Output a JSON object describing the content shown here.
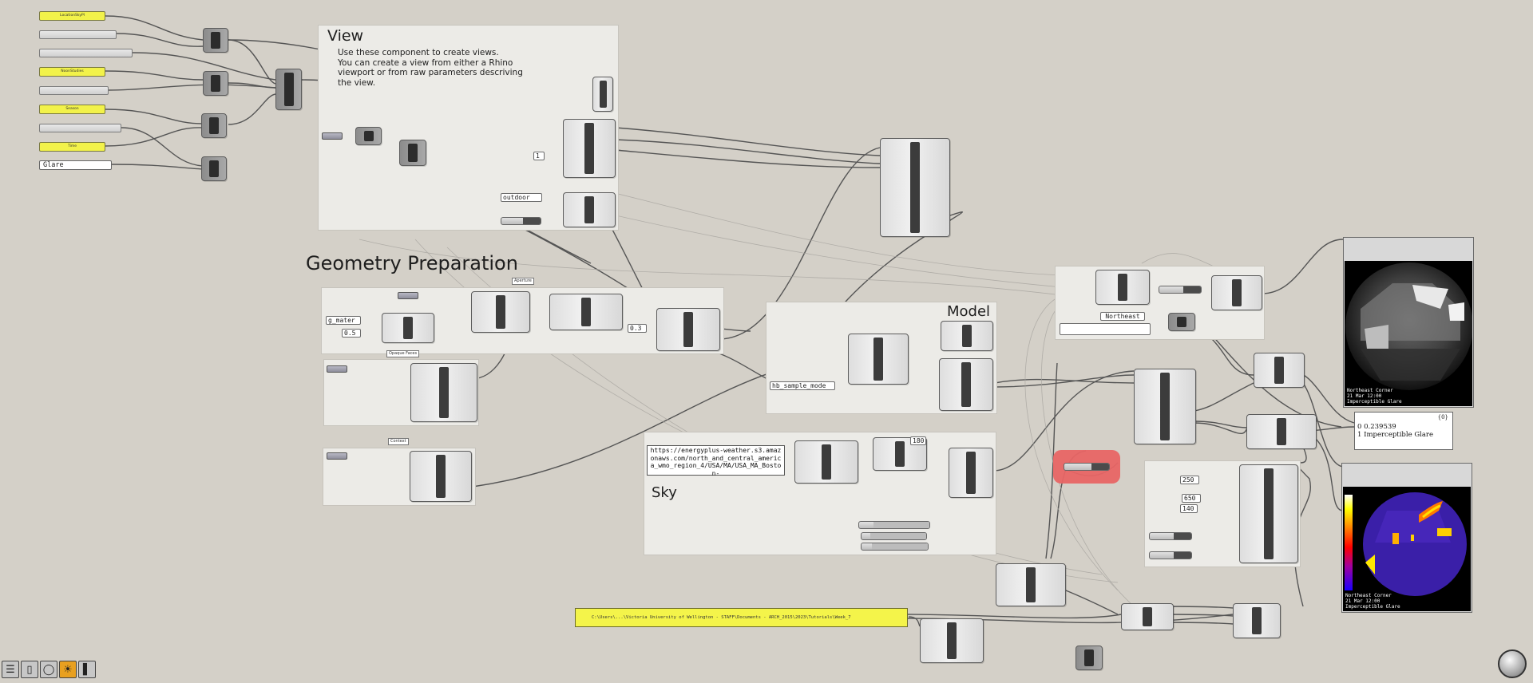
{
  "groups": {
    "view": {
      "title": "View",
      "description": "Use these component to create views.\nYou can create a view from either a Rhino\nviewport or from raw parameters descriving\nthe view."
    },
    "geometry_title": "Geometry Preparation",
    "model_title": "Model",
    "sky_title": "Sky"
  },
  "panels": {
    "left_yellow": [
      "LocationSkyPl",
      "NoonStudies",
      "Season",
      "Time"
    ],
    "glare_input": "Glare",
    "outdoor_param": "outdoor",
    "one_param": "1",
    "northeast_param": "Northeast",
    "hb_sample_mode": "hb_sample_mode",
    "g_mater": "g_mater",
    "half": "0.5",
    "three": "0.3",
    "sky_url": "https://energyplus-weather.s3.amazonaws.com/north_and_central_america_wmo_region_4/USA/MA/USA_MA_Boston-",
    "value_180": "180",
    "value_250": "250",
    "value_650": "650",
    "value_140": "140",
    "path_note": "C:\\Users\\...\\Victoria University of Wellington - STAFF\\Documents - ARCH_2015\\2023\\Tutorials\\Week_7"
  },
  "tags": {
    "aperture": "Aperture",
    "opaque_faces": "Opaque Faces",
    "context": "Context"
  },
  "readout": {
    "index": "{0}",
    "line1": "0 0.239539",
    "line2": "1 Imperceptible Glare"
  },
  "viewers": {
    "top_caption": "Northeast Corner\n21 Mar 12:00\nImperceptible Glare",
    "bottom_caption": "Northeast Corner\n21 Mar 12:00\nImperceptible Glare"
  },
  "toolbar_icons": [
    "menu-icon",
    "phone-icon",
    "database-icon",
    "sun-icon",
    "books-icon"
  ],
  "colors": {
    "canvas": "#d4d0c8",
    "group": "#ecebe7",
    "yellow_panel": "#f2f24a",
    "red_highlight": "#e86565"
  }
}
